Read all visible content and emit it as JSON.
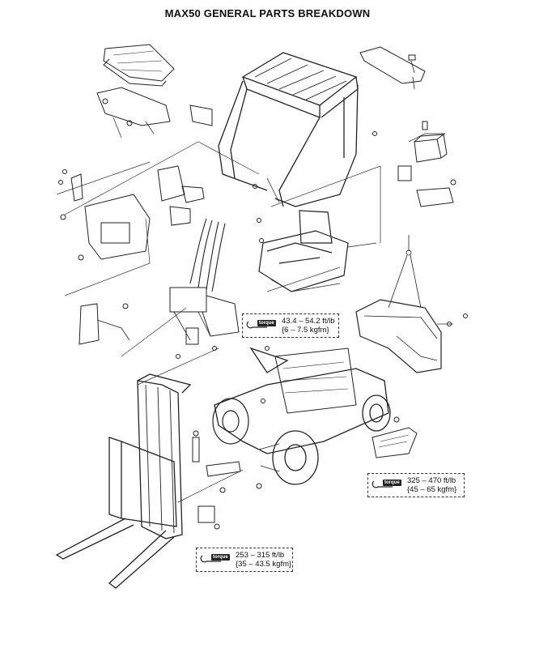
{
  "title": "MAX50 GENERAL PARTS BREAKDOWN",
  "icons": {
    "wrench": "torque-wrench-icon"
  },
  "torque_specs": [
    {
      "badge": "torque",
      "imperial": "43.4 – 54.2 ft/lb",
      "metric": "{6 – 7.5 kgfm}"
    },
    {
      "badge": "torque",
      "imperial": "325 – 470 ft/lb",
      "metric": "{45 – 65 kgfm}"
    },
    {
      "badge": "torque",
      "imperial": "253 – 315 ft/lb",
      "metric": "{35 – 43.5 kgfm}"
    }
  ]
}
